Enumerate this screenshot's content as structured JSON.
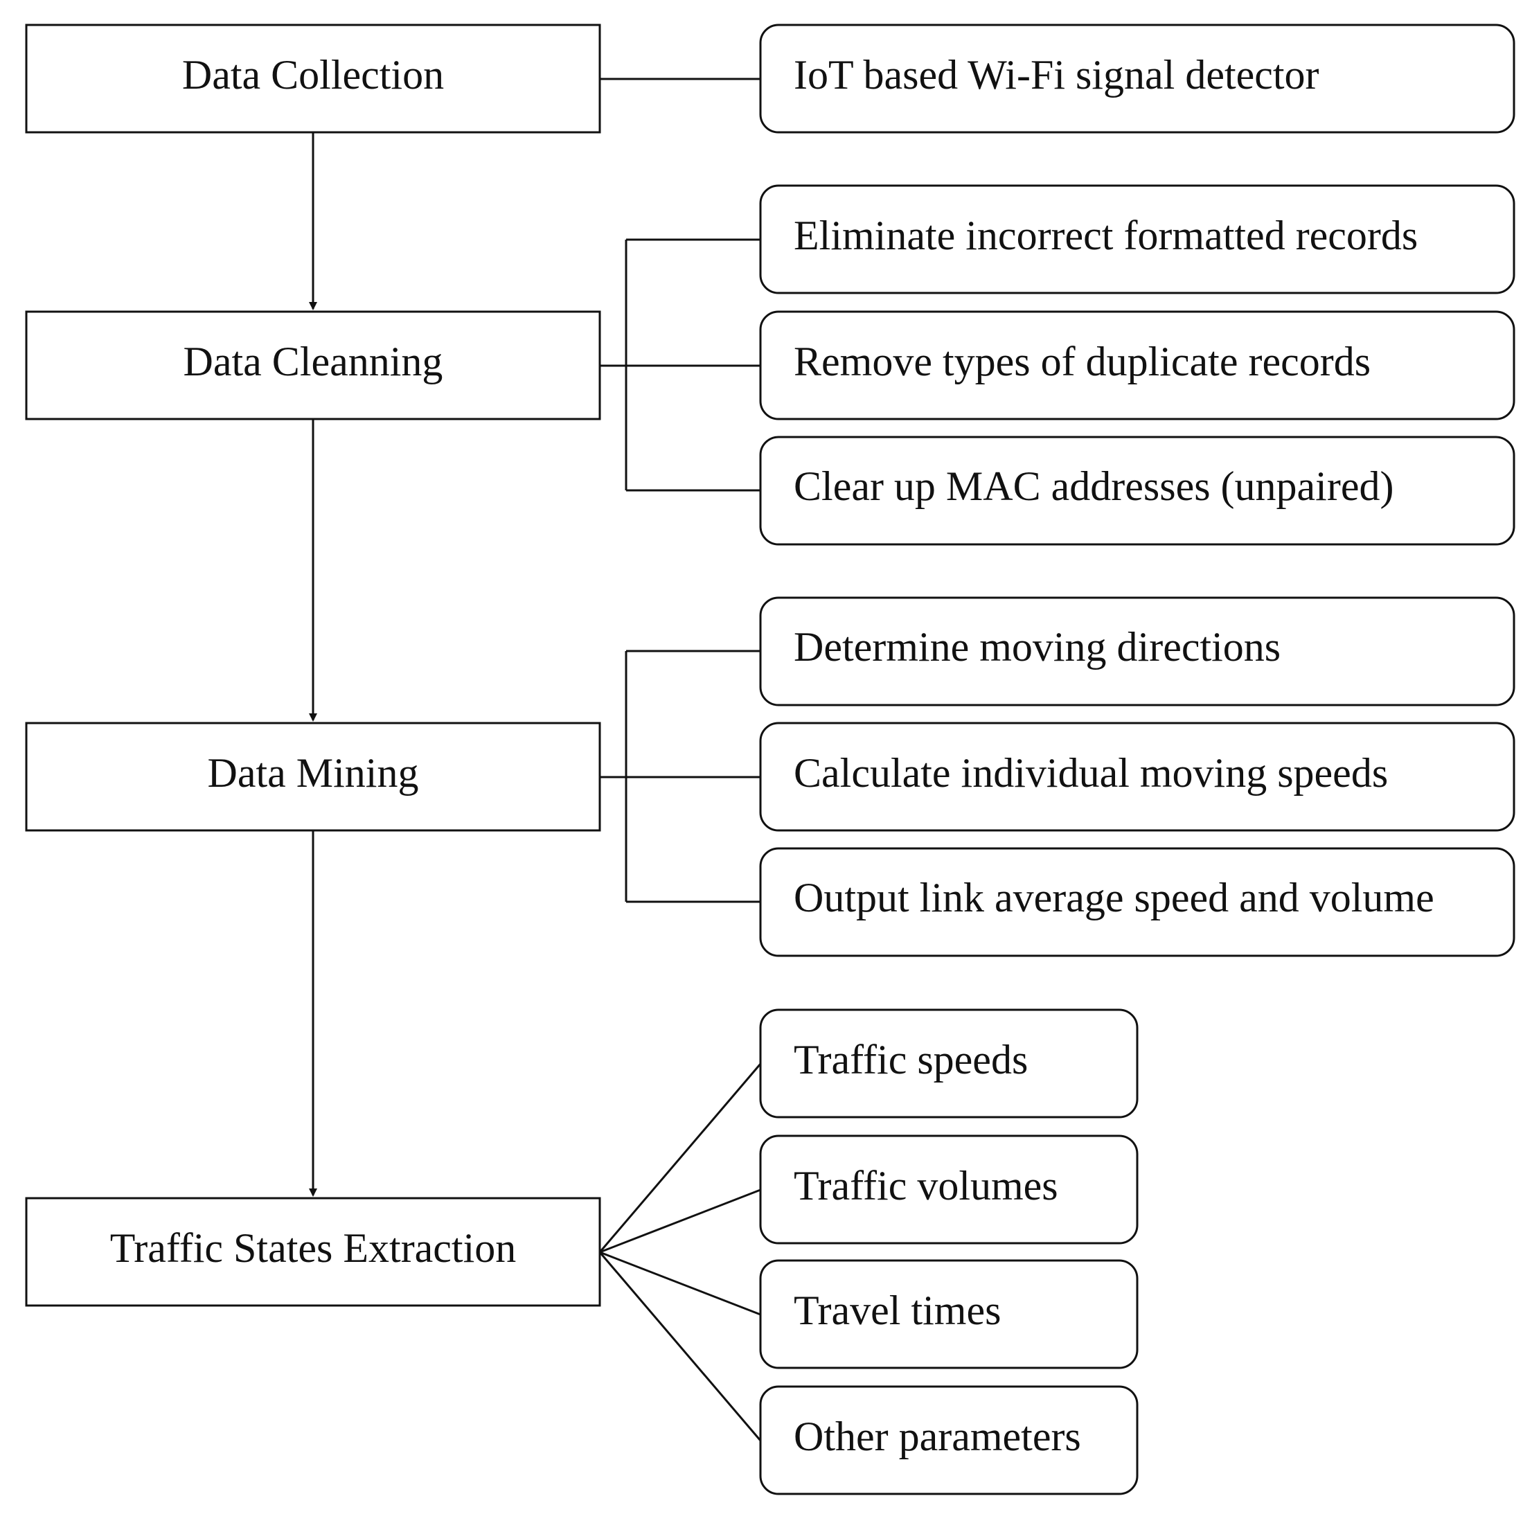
{
  "stages": [
    {
      "label": "Data Collection",
      "details": [
        "IoT based Wi-Fi signal detector"
      ]
    },
    {
      "label": "Data Cleanning",
      "details": [
        "Eliminate incorrect formatted records",
        "Remove types of duplicate records",
        "Clear up MAC addresses (unpaired)"
      ]
    },
    {
      "label": "Data Mining",
      "details": [
        "Determine moving directions",
        "Calculate individual moving speeds",
        "Output link average speed and volume"
      ]
    },
    {
      "label": "Traffic States Extraction",
      "details": [
        "Traffic speeds",
        "Traffic volumes",
        "Travel times",
        "Other parameters"
      ]
    }
  ]
}
